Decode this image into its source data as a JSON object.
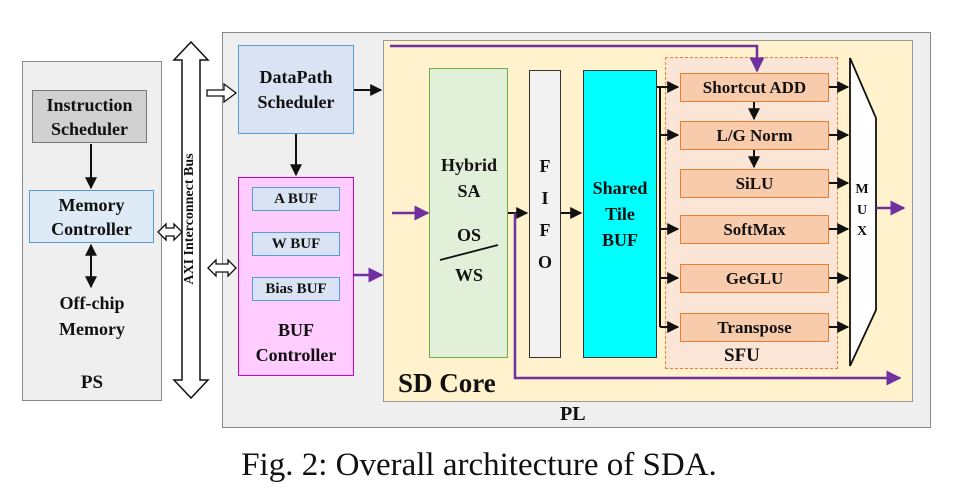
{
  "ps": {
    "label": "PS",
    "instruction_scheduler": "Instruction Scheduler",
    "memory_controller": "Memory Controller",
    "offchip_memory": "Off-chip Memory"
  },
  "bus": {
    "label": "AXI Interconnect Bus"
  },
  "pl": {
    "label": "PL",
    "datapath_scheduler": "DataPath Scheduler",
    "buf_controller": {
      "label": "BUF Controller",
      "a_buf": "A BUF",
      "w_buf": "W BUF",
      "bias_buf": "Bias BUF"
    }
  },
  "sd_core": {
    "label": "SD Core",
    "hybrid_sa": {
      "title": "Hybrid SA",
      "os": "OS",
      "ws": "WS"
    },
    "fifo": [
      "F",
      "I",
      "F",
      "O"
    ],
    "shared_tile_buf": "Shared Tile BUF",
    "sfu": {
      "label": "SFU",
      "units": [
        "Shortcut ADD",
        "L/G Norm",
        "SiLU",
        "SoftMax",
        "GeGLU",
        "Transpose"
      ]
    },
    "mux": [
      "M",
      "U",
      "X"
    ]
  },
  "caption": "Fig. 2: Overall architecture of SDA.",
  "colors": {
    "ps_bg": "#efefef",
    "pl_bg": "#efefef",
    "sd_core_bg": "#fff2cc",
    "sfu_bg": "#fbe5d6",
    "sfu_unit": "#f8cbad",
    "sfu_border": "#ed7d31",
    "datapath_bg": "#dae3f3",
    "buf_ctrl_bg": "#ffccff",
    "buf_ctrl_border": "#cc00cc",
    "hybrid_sa_bg": "#e2f0d9",
    "hybrid_sa_border": "#70ad47",
    "shared_buf_bg": "#00ffff",
    "memctrl_bg": "#deebf7",
    "instr_sched_bg": "#d0d0d0",
    "purple_wire": "#7030a0"
  }
}
